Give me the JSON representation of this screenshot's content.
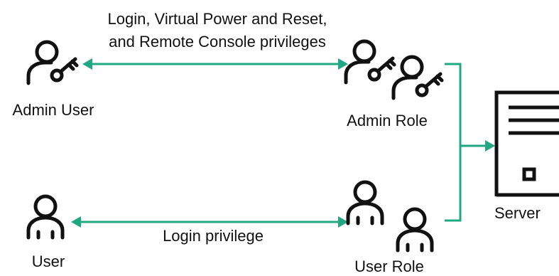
{
  "colors": {
    "connector": "#1fa882",
    "icon": "#111111",
    "text": "#111111",
    "background": "#ffffff"
  },
  "labels": {
    "admin_privileges_line1": "Login, Virtual Power and Reset,",
    "admin_privileges_line2": "and Remote Console privileges",
    "user_privileges": "Login privilege",
    "admin_user": "Admin User",
    "admin_role": "Admin Role",
    "user": "User",
    "user_role": "User Role",
    "server": "Server"
  },
  "icons": {
    "admin_user": "user-key-icon",
    "admin_role": "user-key-group-icon",
    "user": "user-icon",
    "user_role": "user-group-icon",
    "server": "server-icon"
  }
}
